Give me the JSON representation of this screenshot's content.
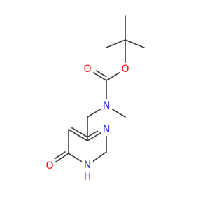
{
  "molecule": {
    "atoms": {
      "carbonyl_o": {
        "label": "O",
        "color": "#ff0000"
      },
      "ester_o": {
        "label": "O",
        "color": "#ff0000"
      },
      "amine_n": {
        "label": "N",
        "color": "#2020ff"
      },
      "ring_n3": {
        "label": "N",
        "color": "#2020ff"
      },
      "ring_nh": {
        "label": "N",
        "color": "#2020ff"
      },
      "ring_nh_h": {
        "label": "H",
        "color": "#2020ff"
      },
      "keto_o": {
        "label": "O",
        "color": "#ff0000"
      }
    },
    "bond_color": "#3c3c3c"
  }
}
